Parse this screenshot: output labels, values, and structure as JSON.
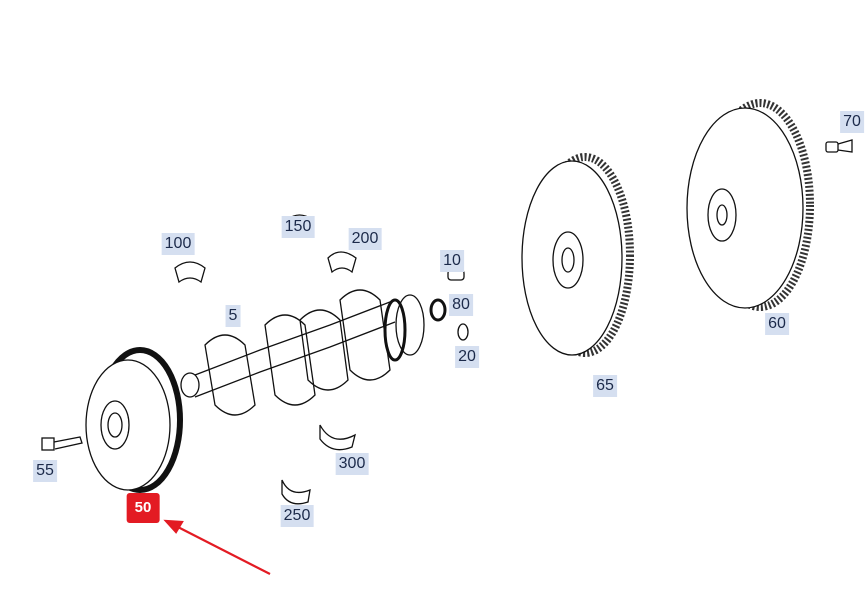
{
  "diagram": {
    "highlight_color": "#e31b23",
    "label_bg": "#d5dff0",
    "parts": [
      {
        "id": "p70",
        "label": "70"
      },
      {
        "id": "p150",
        "label": "150"
      },
      {
        "id": "p100",
        "label": "100"
      },
      {
        "id": "p200",
        "label": "200"
      },
      {
        "id": "p10",
        "label": "10"
      },
      {
        "id": "p80",
        "label": "80"
      },
      {
        "id": "p5",
        "label": "5"
      },
      {
        "id": "p20",
        "label": "20"
      },
      {
        "id": "p65",
        "label": "65"
      },
      {
        "id": "p60",
        "label": "60"
      },
      {
        "id": "p300",
        "label": "300"
      },
      {
        "id": "p55",
        "label": "55"
      },
      {
        "id": "p250",
        "label": "250"
      }
    ],
    "selected_part": {
      "label": "50"
    }
  }
}
